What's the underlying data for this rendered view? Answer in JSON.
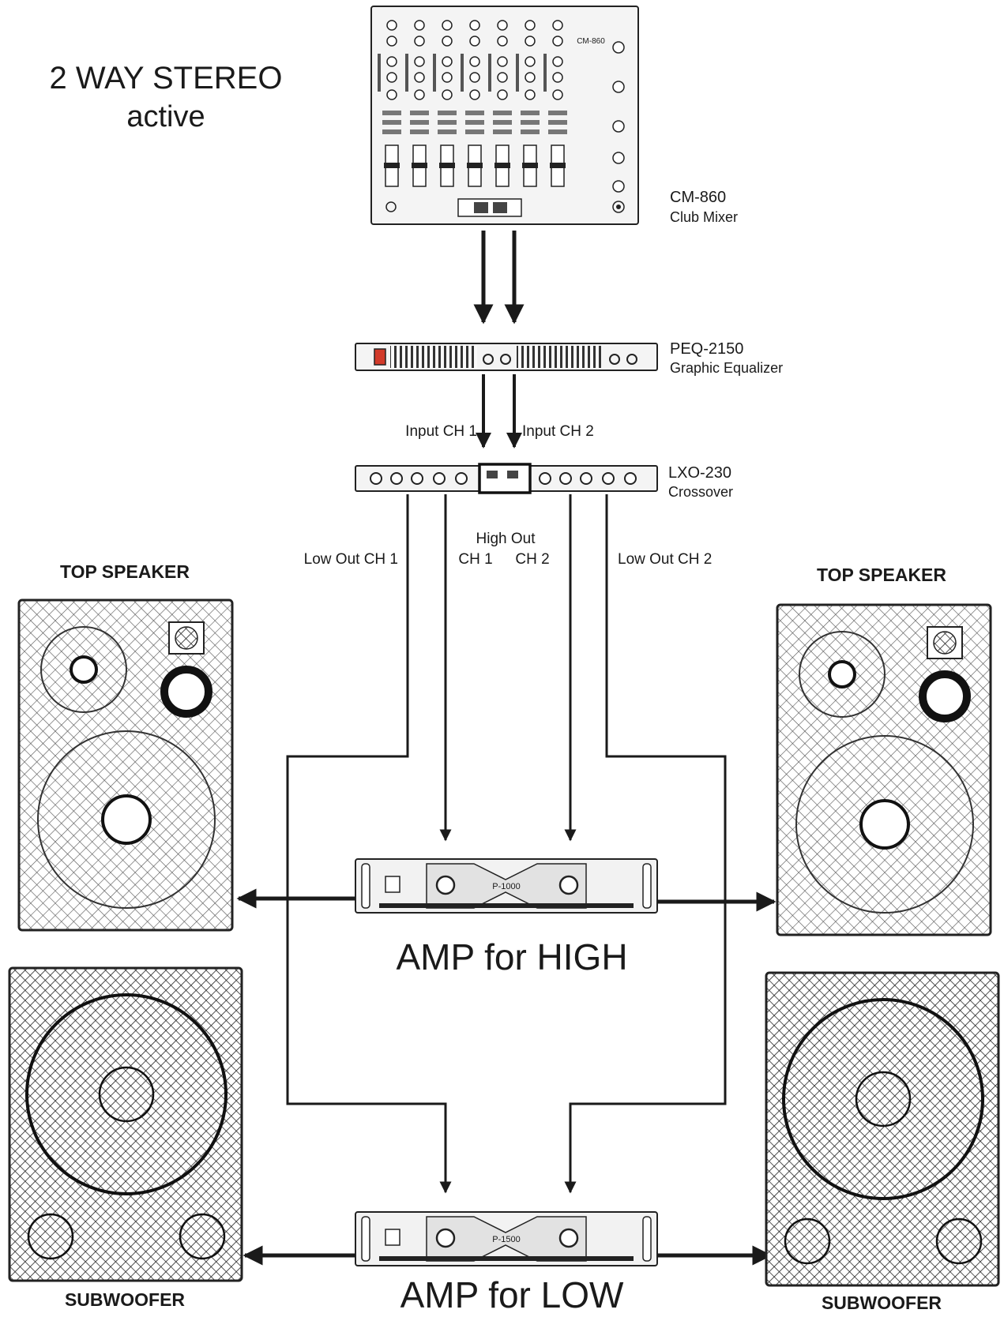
{
  "title": {
    "line1": "2 WAY STEREO",
    "line2": "active"
  },
  "devices": {
    "mixer": {
      "model": "CM-860",
      "name": "Club Mixer",
      "panel_logo": "CM-860"
    },
    "equalizer": {
      "model": "PEQ-2150",
      "name": "Graphic Equalizer"
    },
    "crossover": {
      "model": "LXO-230",
      "name": "Crossover"
    },
    "amp_high": {
      "label": "AMP for HIGH",
      "panel_model": "P-1000"
    },
    "amp_low": {
      "label": "AMP for LOW",
      "panel_model": "P-1500"
    }
  },
  "signal_labels": {
    "input_ch1": "Input CH 1",
    "input_ch2": "Input CH 2",
    "high_out": "High Out",
    "high_out_ch1": "CH 1",
    "high_out_ch2": "CH 2",
    "low_out_ch1": "Low Out CH 1",
    "low_out_ch2": "Low Out CH 2"
  },
  "speakers": {
    "top_left": "TOP SPEAKER",
    "top_right": "TOP SPEAKER",
    "sub_left": "SUBWOOFER",
    "sub_right": "SUBWOOFER"
  },
  "colors": {
    "line": "#1a1a1a",
    "device_face": "#f2f2f2",
    "power_switch": "#d23a2a"
  }
}
